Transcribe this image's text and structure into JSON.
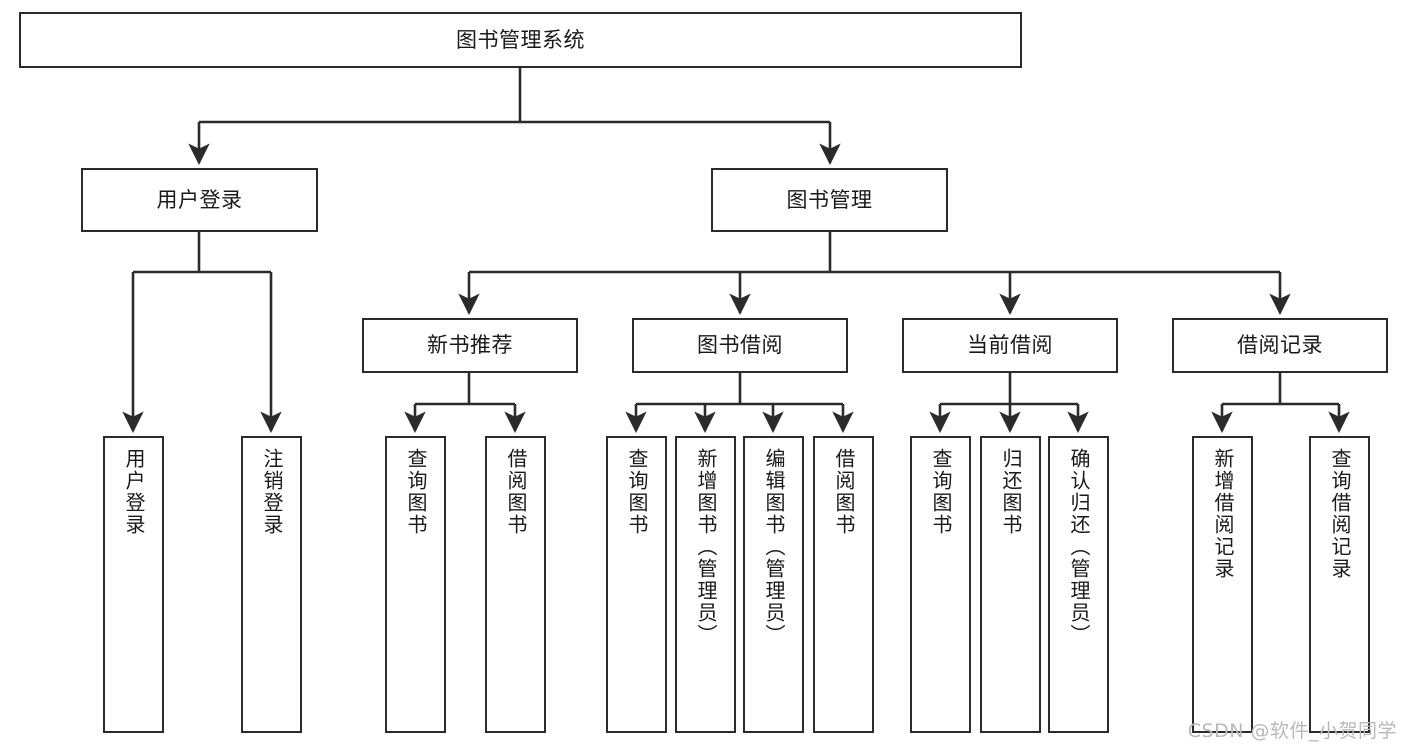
{
  "diagram": {
    "title": "图书管理系统",
    "type": "hierarchy-tree",
    "colors": {
      "box_border": "#2b2b2b",
      "box_fill": "#ffffff",
      "connector": "#2b2b2b",
      "text": "#1a1a1a",
      "watermark": "#b9b9b9"
    },
    "root": {
      "label": "图书管理系统"
    },
    "level2": [
      {
        "label": "用户登录"
      },
      {
        "label": "图书管理"
      }
    ],
    "level3": [
      {
        "label": "新书推荐"
      },
      {
        "label": "图书借阅"
      },
      {
        "label": "当前借阅"
      },
      {
        "label": "借阅记录"
      }
    ],
    "leaves": {
      "user_login": [
        {
          "label": "用户登录"
        },
        {
          "label": "注销登录"
        }
      ],
      "new_book_recommend": [
        {
          "label": "查询图书"
        },
        {
          "label": "借阅图书"
        }
      ],
      "book_borrow": [
        {
          "label": "查询图书"
        },
        {
          "label": "新增图书（管理员）"
        },
        {
          "label": "编辑图书（管理员）"
        },
        {
          "label": "借阅图书"
        }
      ],
      "current_borrow": [
        {
          "label": "查询图书"
        },
        {
          "label": "归还图书"
        },
        {
          "label": "确认归还（管理员）"
        }
      ],
      "borrow_record": [
        {
          "label": "新增借阅记录"
        },
        {
          "label": "查询借阅记录"
        }
      ]
    }
  },
  "watermark": {
    "text": "CSDN @软件_小贺同学"
  }
}
